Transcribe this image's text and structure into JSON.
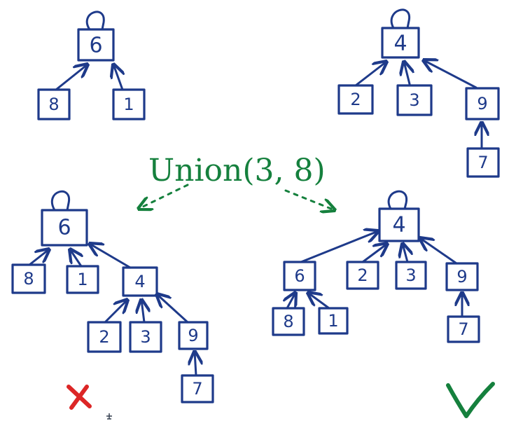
{
  "title": "Union(3, 8)",
  "colors": {
    "ink": "#1e3a8a",
    "title": "#15803d",
    "bad": "#dc2626",
    "good": "#15803d"
  },
  "trees": {
    "top_left": {
      "root": "6",
      "children": [
        "8",
        "1"
      ]
    },
    "top_right": {
      "root": "4",
      "children": [
        "2",
        "3",
        "9"
      ],
      "grandchild_of_9": "7"
    },
    "bottom_left": {
      "root": "6",
      "children": [
        "8",
        "1",
        "4"
      ],
      "children_of_4": [
        "2",
        "3",
        "9"
      ],
      "child_of_9": "7"
    },
    "bottom_right": {
      "root": "4",
      "children": [
        "6",
        "2",
        "3",
        "9"
      ],
      "children_of_6": [
        "8",
        "1"
      ],
      "child_of_9": "7"
    }
  },
  "marks": {
    "bad": "cross-mark",
    "good": "check-mark"
  }
}
